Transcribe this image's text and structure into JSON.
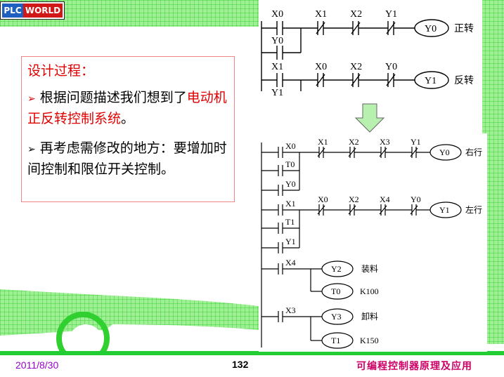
{
  "logo": {
    "plc": "PLC",
    "world": "WORLD"
  },
  "text_box": {
    "title": "设计过程：",
    "para1_black": "根据问题描述我们想到了",
    "para1_red": "电动机正反转控制系统",
    "para1_end": "。",
    "para2": "再考虑需修改的地方：要增加时间控制和限位开关控制。"
  },
  "ladder_top": {
    "rung1": {
      "contacts": [
        "X0",
        "X1",
        "X2",
        "Y1"
      ],
      "parallel": "Y0",
      "coil": "Y0",
      "label": "正转"
    },
    "rung2": {
      "contacts": [
        "X1",
        "X0",
        "X2",
        "Y0"
      ],
      "parallel": "Y1",
      "coil": "Y1",
      "label": "反转"
    }
  },
  "ladder_bottom": {
    "rung1": {
      "contacts": [
        "X0",
        "X1",
        "X2",
        "X3",
        "Y1"
      ],
      "parallels": [
        "T0",
        "Y0"
      ],
      "coil": "Y0",
      "label": "右行"
    },
    "rung2": {
      "contacts": [
        "X1",
        "X0",
        "X2",
        "X4",
        "Y0"
      ],
      "parallels": [
        "T1",
        "Y1"
      ],
      "coil": "Y1",
      "label": "左行"
    },
    "rung3": {
      "contact": "X4",
      "coil": "Y2",
      "coil_label": "装料",
      "timer": "T0",
      "timer_label": "K100"
    },
    "rung4": {
      "contact": "X3",
      "coil": "Y3",
      "coil_label": "卸料",
      "timer": "T1",
      "timer_label": "K150"
    }
  },
  "footer": {
    "date": "2011/8/30",
    "page": "132",
    "title": "可编程控制器原理及应用"
  },
  "colors": {
    "green": "#22cc33",
    "grid_line": "#a8f0a0",
    "arrow": "#b8f0b0",
    "red": "#e00000"
  }
}
